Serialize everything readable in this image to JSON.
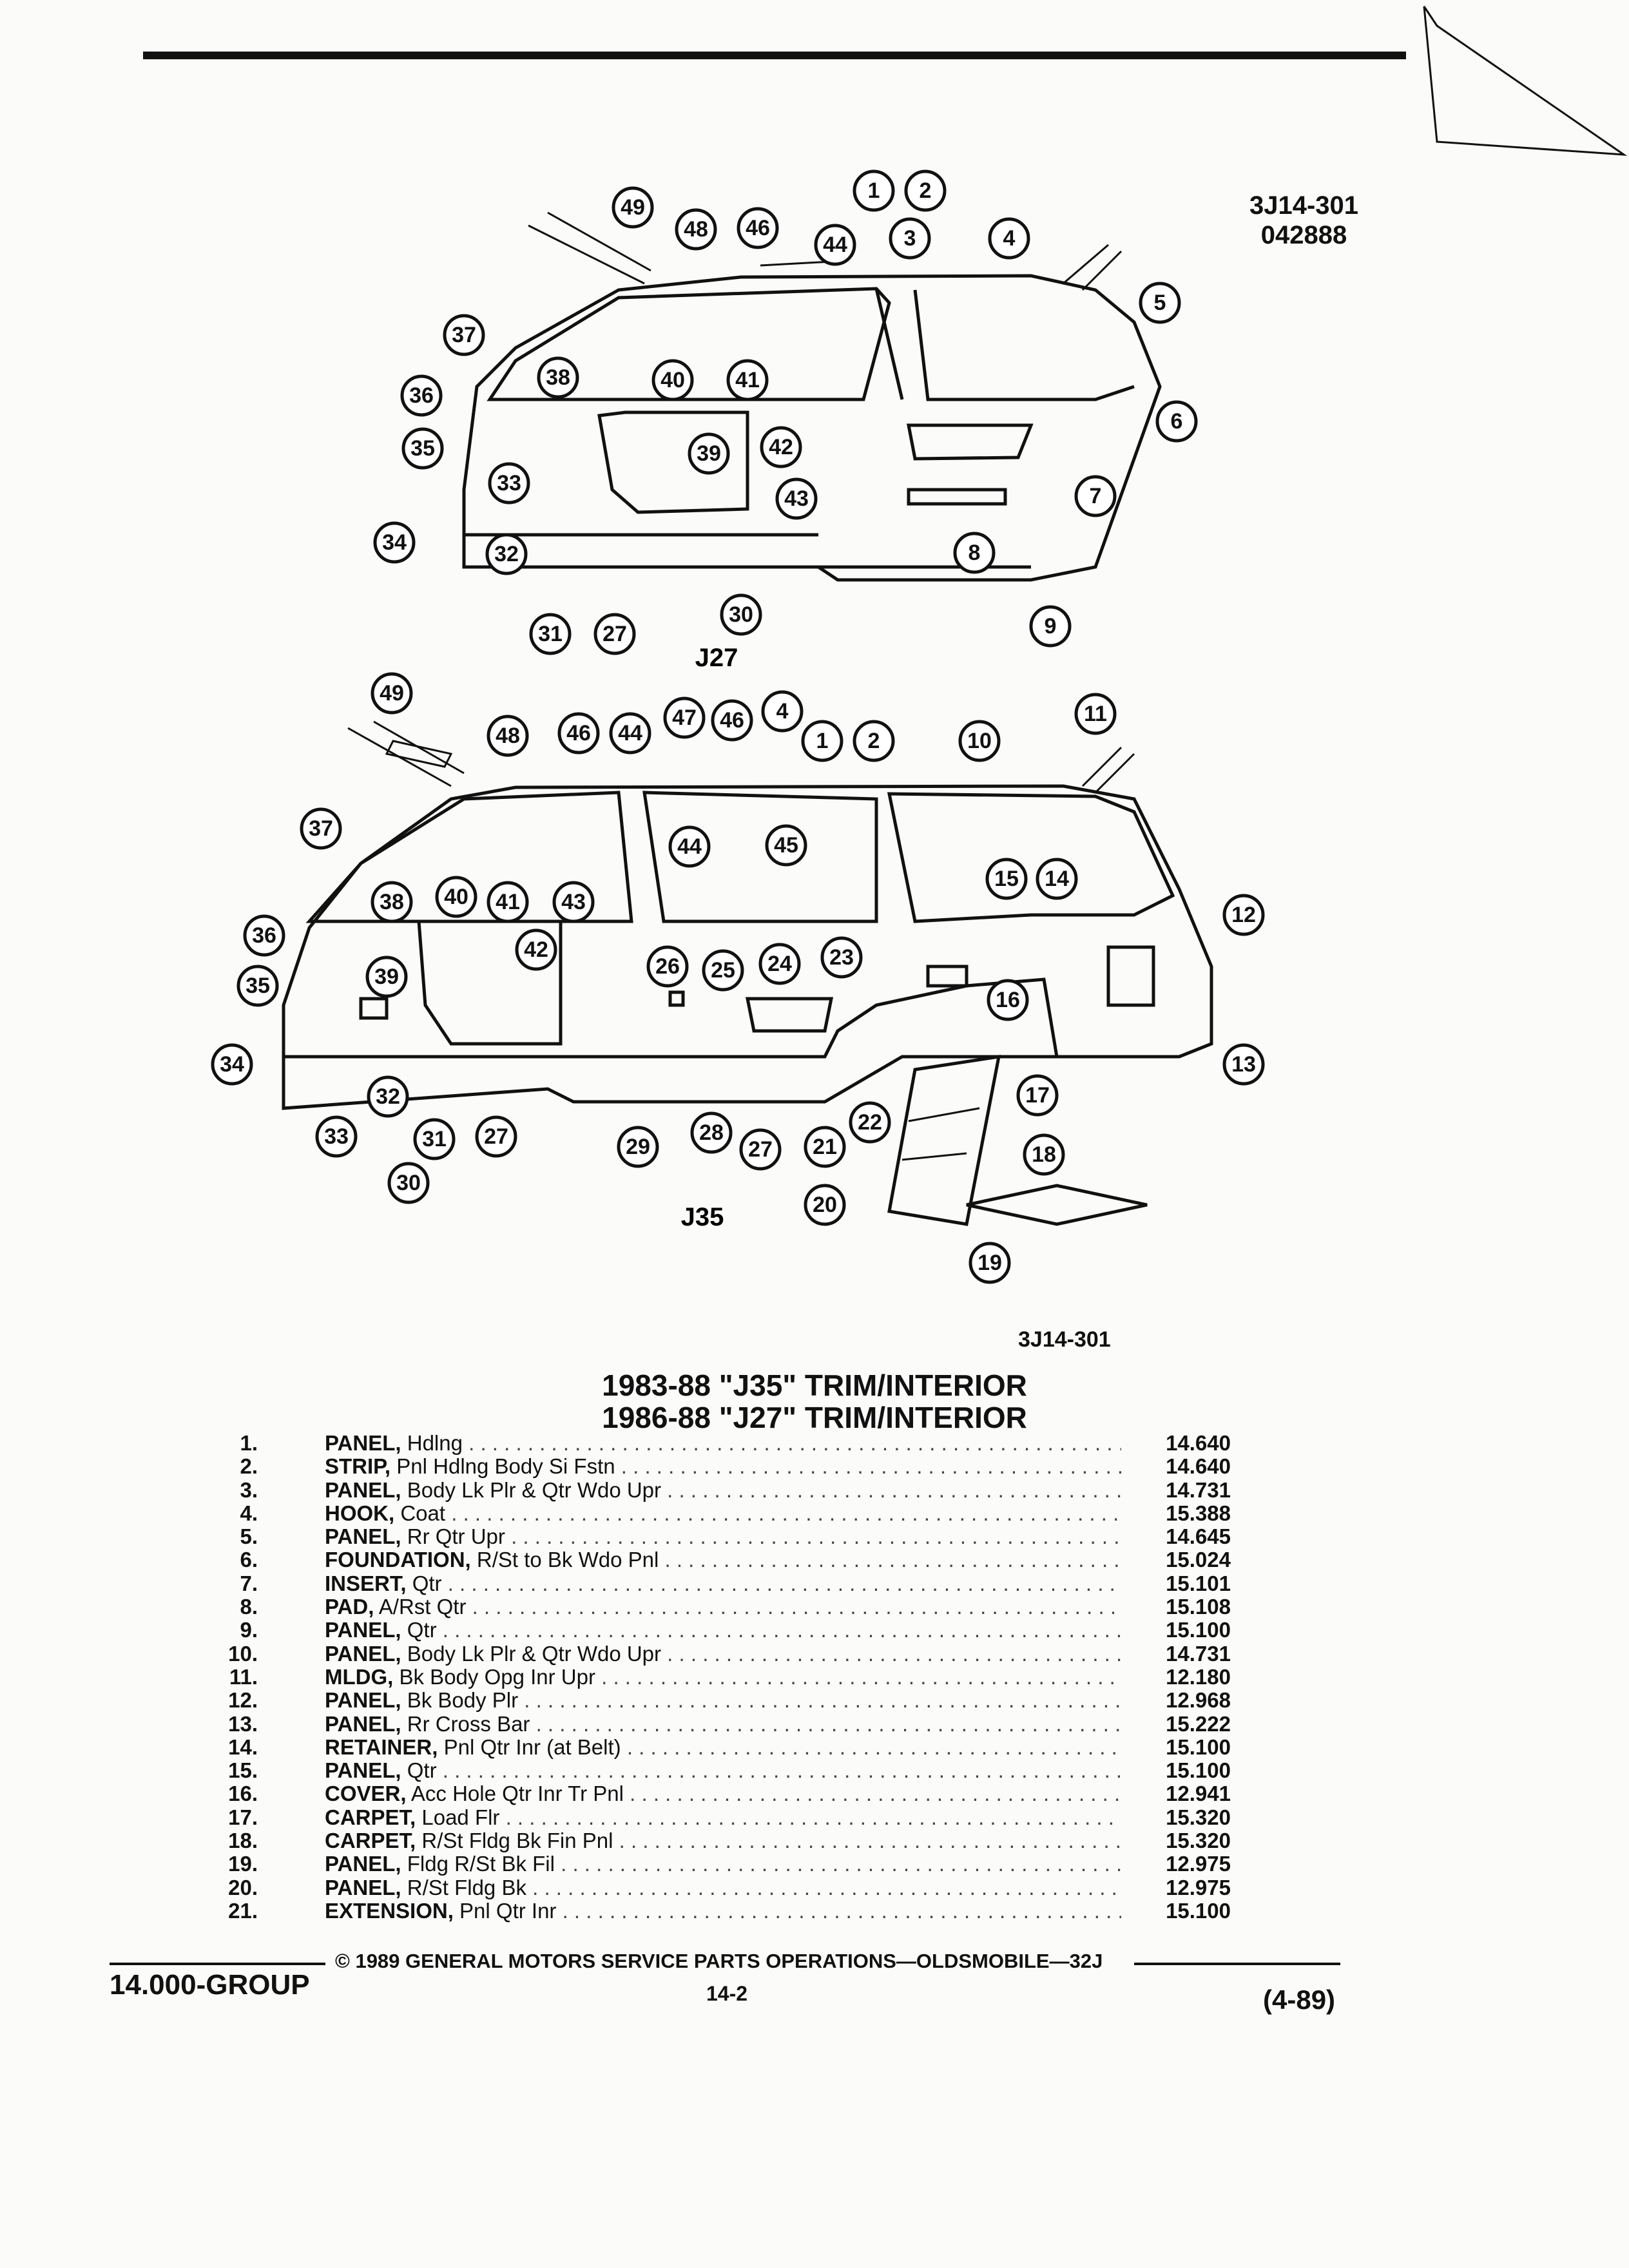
{
  "header": {
    "doc_id_line1": "3J14-301",
    "doc_id_line2": "042888"
  },
  "figures": {
    "top_label": "J27",
    "bottom_label": "J35",
    "figure_ref": "3J14-301"
  },
  "callouts_top": [
    "1",
    "2",
    "3",
    "4",
    "5",
    "6",
    "7",
    "8",
    "9",
    "27",
    "30",
    "31",
    "32",
    "33",
    "34",
    "35",
    "36",
    "37",
    "38",
    "39",
    "40",
    "41",
    "42",
    "43",
    "44",
    "46",
    "48",
    "49"
  ],
  "callouts_bottom": [
    "1",
    "2",
    "4",
    "10",
    "11",
    "12",
    "13",
    "14",
    "15",
    "16",
    "17",
    "18",
    "19",
    "20",
    "21",
    "22",
    "23",
    "24",
    "25",
    "26",
    "27",
    "27",
    "28",
    "29",
    "30",
    "31",
    "32",
    "33",
    "34",
    "35",
    "36",
    "37",
    "38",
    "39",
    "40",
    "41",
    "42",
    "43",
    "44",
    "44",
    "45",
    "46",
    "46",
    "47",
    "48",
    "49"
  ],
  "title": {
    "line1": "1983-88 \"J35\" TRIM/INTERIOR",
    "line2": "1986-88 \"J27\" TRIM/INTERIOR"
  },
  "parts": [
    {
      "num": "1.",
      "name": "PANEL,",
      "desc": "Hdlng",
      "ref": "14.640"
    },
    {
      "num": "2.",
      "name": "STRIP,",
      "desc": "Pnl Hdlng Body Si Fstn",
      "ref": "14.640"
    },
    {
      "num": "3.",
      "name": "PANEL,",
      "desc": "Body Lk Plr & Qtr Wdo Upr",
      "ref": "14.731"
    },
    {
      "num": "4.",
      "name": "HOOK,",
      "desc": "Coat",
      "ref": "15.388"
    },
    {
      "num": "5.",
      "name": "PANEL,",
      "desc": "Rr Qtr Upr",
      "ref": "14.645"
    },
    {
      "num": "6.",
      "name": "FOUNDATION,",
      "desc": "R/St to Bk Wdo Pnl",
      "ref": "15.024"
    },
    {
      "num": "7.",
      "name": "INSERT,",
      "desc": "Qtr",
      "ref": "15.101"
    },
    {
      "num": "8.",
      "name": "PAD,",
      "desc": "A/Rst Qtr",
      "ref": "15.108"
    },
    {
      "num": "9.",
      "name": "PANEL,",
      "desc": "Qtr",
      "ref": "15.100"
    },
    {
      "num": "10.",
      "name": "PANEL,",
      "desc": "Body Lk Plr & Qtr Wdo Upr",
      "ref": "14.731"
    },
    {
      "num": "11.",
      "name": "MLDG,",
      "desc": "Bk Body Opg Inr Upr",
      "ref": "12.180"
    },
    {
      "num": "12.",
      "name": "PANEL,",
      "desc": "Bk Body Plr",
      "ref": "12.968"
    },
    {
      "num": "13.",
      "name": "PANEL,",
      "desc": "Rr Cross Bar",
      "ref": "15.222"
    },
    {
      "num": "14.",
      "name": "RETAINER,",
      "desc": "Pnl Qtr Inr (at Belt)",
      "ref": "15.100"
    },
    {
      "num": "15.",
      "name": "PANEL,",
      "desc": "Qtr",
      "ref": "15.100"
    },
    {
      "num": "16.",
      "name": "COVER,",
      "desc": "Acc Hole Qtr Inr Tr Pnl",
      "ref": "12.941"
    },
    {
      "num": "17.",
      "name": "CARPET,",
      "desc": "Load Flr",
      "ref": "15.320"
    },
    {
      "num": "18.",
      "name": "CARPET,",
      "desc": "R/St Fldg Bk Fin Pnl",
      "ref": "15.320"
    },
    {
      "num": "19.",
      "name": "PANEL,",
      "desc": "Fldg R/St Bk Fil",
      "ref": "12.975"
    },
    {
      "num": "20.",
      "name": "PANEL,",
      "desc": "R/St Fldg Bk",
      "ref": "12.975"
    },
    {
      "num": "21.",
      "name": "EXTENSION,",
      "desc": "Pnl Qtr Inr",
      "ref": "15.100"
    }
  ],
  "footer": {
    "group": "14.000-GROUP",
    "copyright": "© 1989 GENERAL MOTORS SERVICE PARTS OPERATIONS—OLDSMOBILE—32J",
    "page": "14-2",
    "date": "(4-89)"
  }
}
